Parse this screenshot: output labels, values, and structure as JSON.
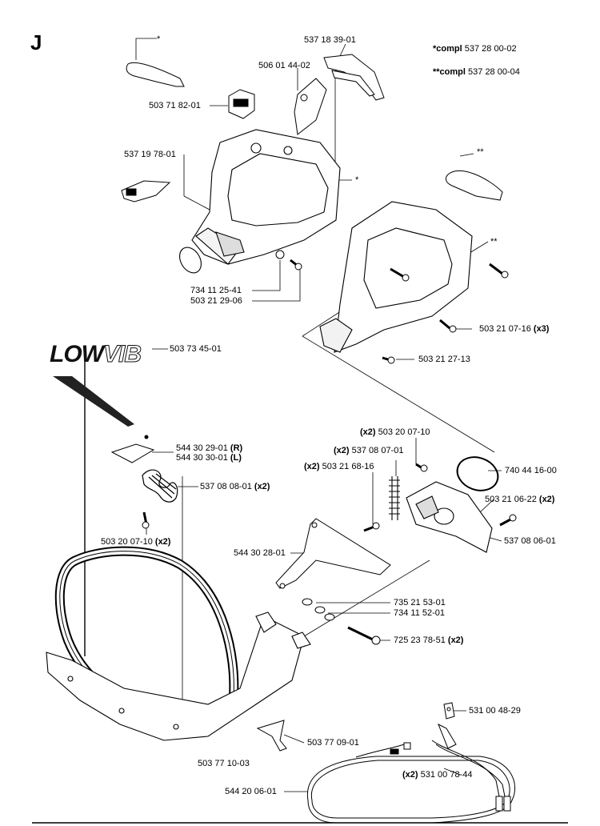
{
  "section": "J",
  "compl": [
    {
      "prefix": "*compl",
      "number": "537 28 00-02"
    },
    {
      "prefix": "**compl",
      "number": "537 28 00-04"
    }
  ],
  "logo": {
    "part1": "LOW",
    "part2": "VIB"
  },
  "labels": {
    "star1": "*",
    "p537183901": "537 18 39-01",
    "p506014402": "506 01 44-02",
    "p503718201": "503 71 82-01",
    "p537197801": "537 19 78-01",
    "star2": "*",
    "star3": "**",
    "star4": "**",
    "p734112541": "734 11 25-41",
    "p503212906": "503 21 29-06",
    "p503210716": "503 21 07-16",
    "p503210716_q": "(x3)",
    "p503212713": "503 21 27-13",
    "p503734501": "503 73 45-01",
    "p544302901": "544 30 29-01",
    "p544302901_s": "(R)",
    "p544303001": "544 30 30-01",
    "p544303001_s": "(L)",
    "p537080801": "537 08 08-01",
    "p537080801_q": "(x2)",
    "p503200710a_q": "(x2)",
    "p503200710a": "503 20 07-10",
    "p537080701_q": "(x2)",
    "p537080701": "537 08 07-01",
    "p503216816_q": "(x2)",
    "p503216816": "503 21 68-16",
    "p740441600": "740 44 16-00",
    "p503210622": "503 21 06-22",
    "p503210622_q": "(x2)",
    "p537080601": "537 08 06-01",
    "p503200710b": "503 20 07-10",
    "p503200710b_q": "(x2)",
    "p544302801": "544 30 28-01",
    "p735215301": "735 21 53-01",
    "p734115201": "734 11 52-01",
    "p725237851": "725 23 78-51",
    "p725237851_q": "(x2)",
    "p503771003": "503 77 10-03",
    "p503770901": "503 77 09-01",
    "p531004829": "531 00 48-29",
    "p531007844_q": "(x2)",
    "p531007844": "531 00 78-44",
    "p544200601": "544 20 06-01"
  }
}
